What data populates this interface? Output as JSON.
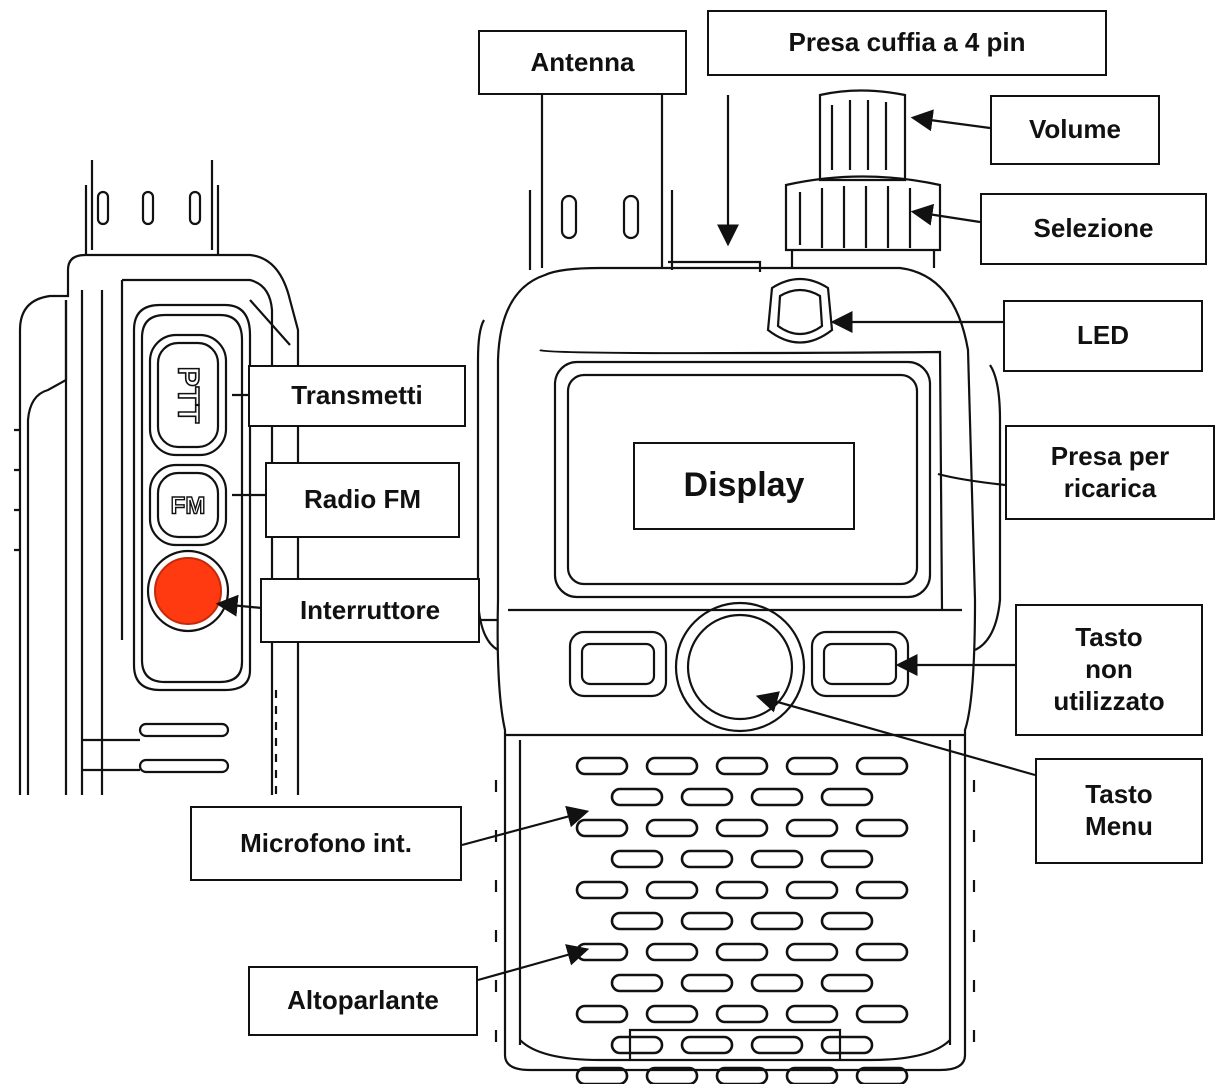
{
  "diagram": {
    "labels": {
      "antenna": "Antenna",
      "headphone_jack": "Presa cuffia a 4 pin",
      "volume": "Volume",
      "selection": "Selezione",
      "led": "LED",
      "charging_port": "Presa per\nricarica",
      "display": "Display",
      "transmit": "Transmetti",
      "fm_radio": "Radio FM",
      "power_switch": "Interruttore",
      "unused_key": "Tasto\nnon\nutilizzato",
      "menu_key": "Tasto\nMenu",
      "internal_mic": "Microfono int.",
      "speaker": "Altoparlante"
    },
    "button_text": {
      "ptt": "PTT",
      "fm": "FM"
    },
    "colors": {
      "line": "#111111",
      "power_button": "#ff3a10",
      "background": "#ffffff"
    }
  }
}
